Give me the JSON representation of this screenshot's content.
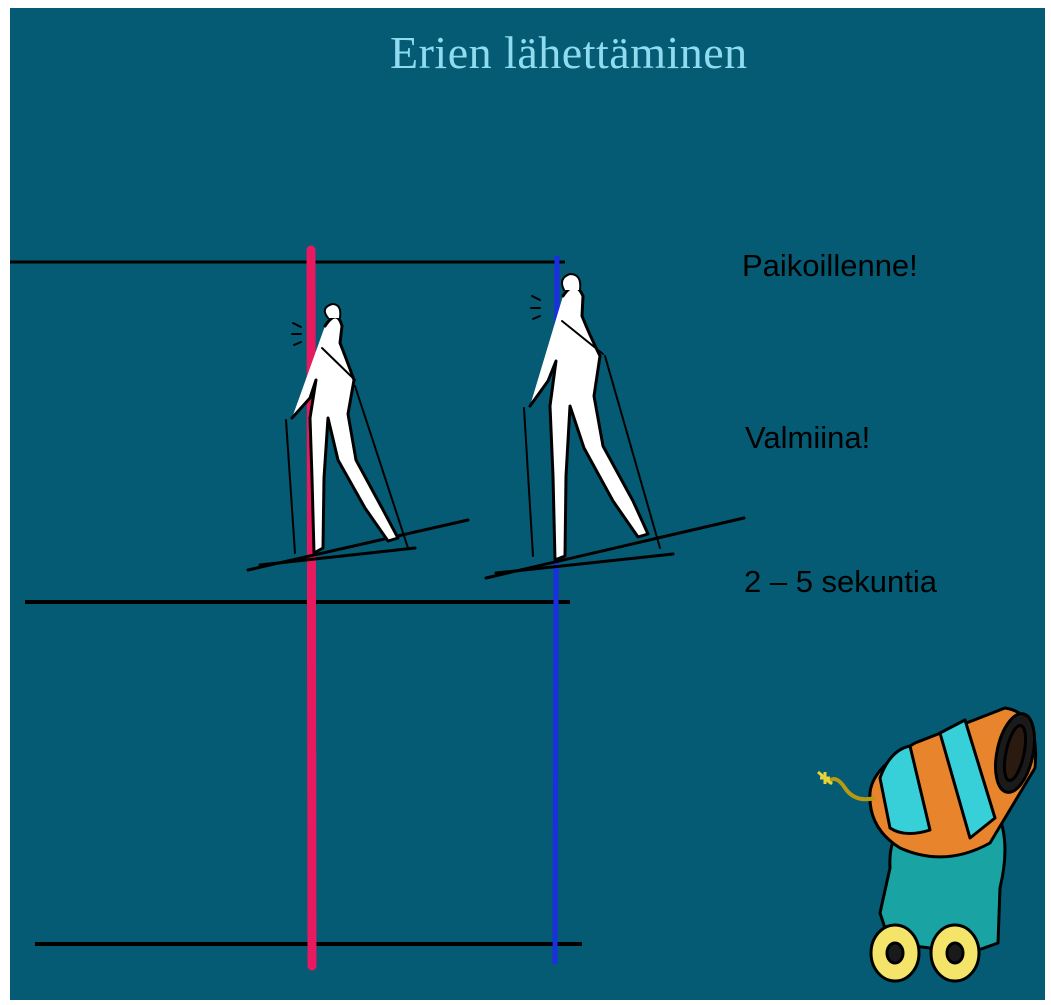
{
  "slide": {
    "title": "Erien lähettäminen",
    "commands": [
      "Paikoillenne!",
      "Valmiina!",
      "2 – 5 sekuntia"
    ]
  },
  "colors": {
    "background": "#045b73",
    "title": "#8fdcf0",
    "pink_line": "#e8195f",
    "blue_line": "#1a2fe0",
    "cannon_barrel": "#e8842c",
    "cannon_band": "#38d0d8",
    "cannon_carriage": "#1aa3a3",
    "cannon_wheels": "#f4e46a"
  },
  "icons": [
    "skier-1",
    "skier-2",
    "cannon-icon"
  ]
}
